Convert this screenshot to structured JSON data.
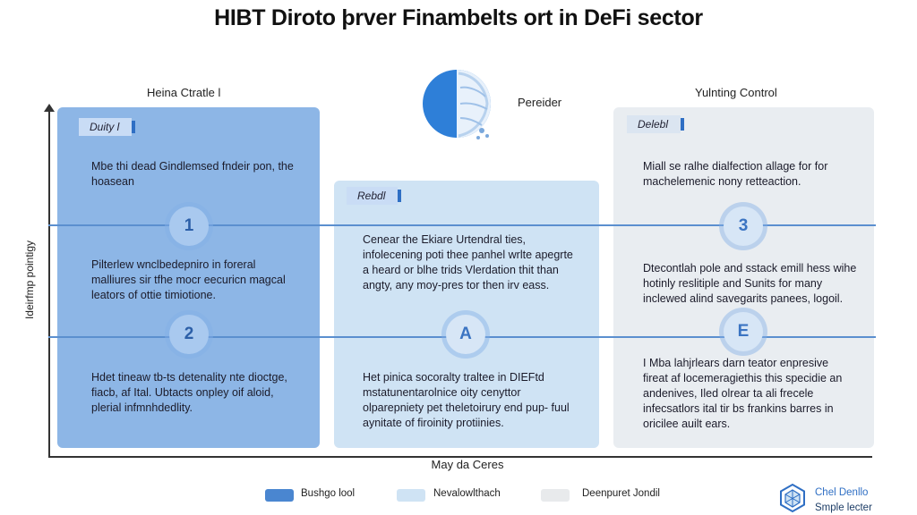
{
  "title": "HIBT Diroto þrver Finambelts ort in DeFi sector",
  "columns": {
    "left_header": "Heina Ctratle l",
    "middle_header": "Pereider",
    "right_header": "Yulnting Control"
  },
  "axes": {
    "y_label": "Ideirfmp pointigy",
    "x_label": "May da Ceres"
  },
  "panels": [
    {
      "tag": "Duity l",
      "text_1": "Mbe thi dead Gindlemsed fndeir pon, the hoasean",
      "badge_1": "1",
      "text_2": "Pilterlew wnclbedepniro in foreral malliures sir tfhe mocr eecuricn magcal leators of ottie timiotione.",
      "badge_2": "2",
      "text_3": "Hdet tineaw tb-ts detenality nte dioctge, fiacb, af Ital. Ubtacts onpley oif aloid, plerial infmnhdedlity."
    },
    {
      "tag": "Rebdl",
      "text_1": "Cenear the Ekiare Urtendral ties, infolecening poti thee panhel wrlte apegrte a heard or blhe trids Vlerdation thit than angty, any moy-pres tor then irv eass.",
      "badge_1": "A",
      "text_2": "Het pinica socoralty traltee in DIEFtd mstatunentarolnice oity cenyttor olparepniety pet theletoirury end pup- fuul aynitate of firoinity protiinies."
    },
    {
      "tag": "Delebl",
      "text_1": "Miall se ralhe dialfection allage for for machelemenic nony retteaction.",
      "badge_1": "3",
      "text_2": "Dtecontlah pole and sstack emill hess wihe hotinly reslitiple and Sunits for many inclewed alind savegarits panees, logoil.",
      "badge_2": "E",
      "text_3": "I Mba lahjrlears darn teator enpresive fireat af locemeragiethis this specidie an andenives, Iled olrear ta ali frecele infecsatlors ital tir bs frankins barres in oricilee auilt ears."
    }
  ],
  "legend": [
    {
      "label": "Bushgo lool",
      "color": "#4a86d0"
    },
    {
      "label": "Nevalowlthach",
      "color": "#cfe3f4"
    },
    {
      "label": "Deenpuret Jondil",
      "color": "#e8eaec"
    }
  ],
  "brand": {
    "line_1": "Chel Denllo",
    "line_2": "Smple lecter",
    "logo_icon": "hexagon-crystal-icon"
  },
  "colors": {
    "accent": "#2f6fc4",
    "panel_blue": "#8db6e6",
    "panel_light": "#cfe3f4",
    "panel_grey": "#e9edf1",
    "line": "#5b8fcf"
  }
}
